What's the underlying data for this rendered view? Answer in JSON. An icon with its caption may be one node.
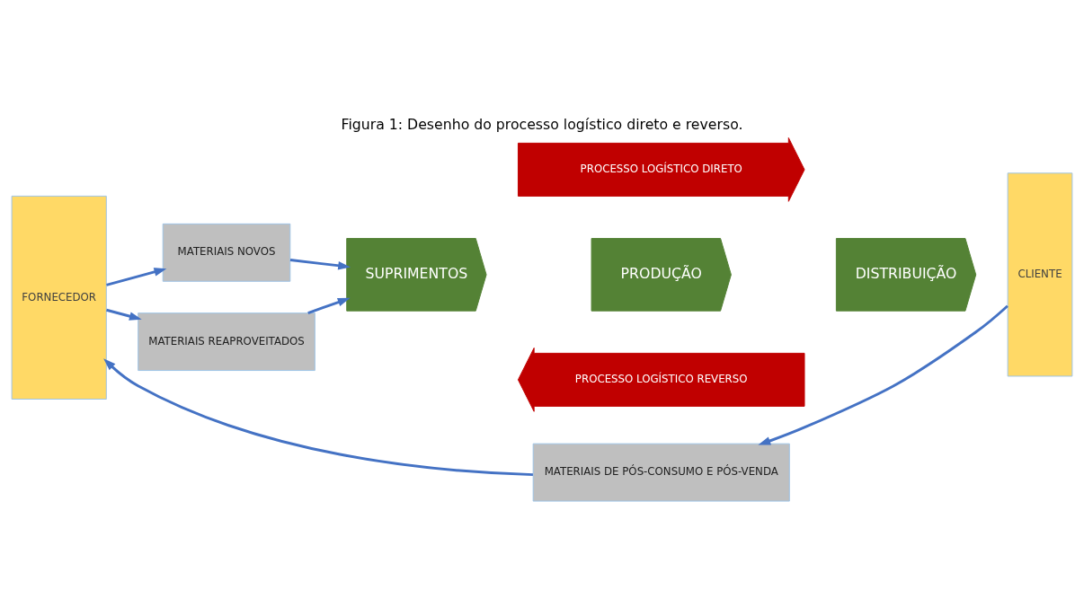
{
  "diagram": {
    "title": "Figura 1: Desenho do processo logístico direto e reverso.",
    "nodes": [
      {
        "text": [
          "FORNECEDOR"
        ]
      },
      {
        "text": [
          "MATERIAIS NOVOS"
        ]
      },
      {
        "text": [
          "MATERIAIS REAPROVEITADOS"
        ]
      },
      {
        "text": [
          "SUPRIMENTOS"
        ]
      },
      {
        "text": [
          "PRODUÇÃO"
        ]
      },
      {
        "text": [
          "DISTRIBUIÇÃO"
        ]
      },
      {
        "text": [
          "CLIENTE"
        ]
      },
      {
        "text": [
          "MATERIAIS DE PÓS-CONSUMO E PÓS-VENDA"
        ]
      },
      {
        "text": [
          "PROCESSO LOGÍSTICO DIRETO"
        ]
      },
      {
        "text": [
          "PROCESSO LOGÍSTICO REVERSO"
        ]
      }
    ],
    "edges": [
      {
        "from": 0,
        "to": 1,
        "arrow": "to",
        "color": "#4472c4"
      },
      {
        "from": 0,
        "to": 2,
        "arrow": "to",
        "color": "#4472c4"
      },
      {
        "from": 1,
        "to": 3,
        "arrow": "to",
        "color": "#4472c4"
      },
      {
        "from": 2,
        "to": 3,
        "arrow": "to",
        "color": "#4472c4"
      },
      {
        "from": 6,
        "to": 7,
        "arrow": "to",
        "color": "#4472c4"
      },
      {
        "from": 7,
        "to": 0,
        "arrow": "to",
        "color": "#4472c4"
      }
    ]
  }
}
